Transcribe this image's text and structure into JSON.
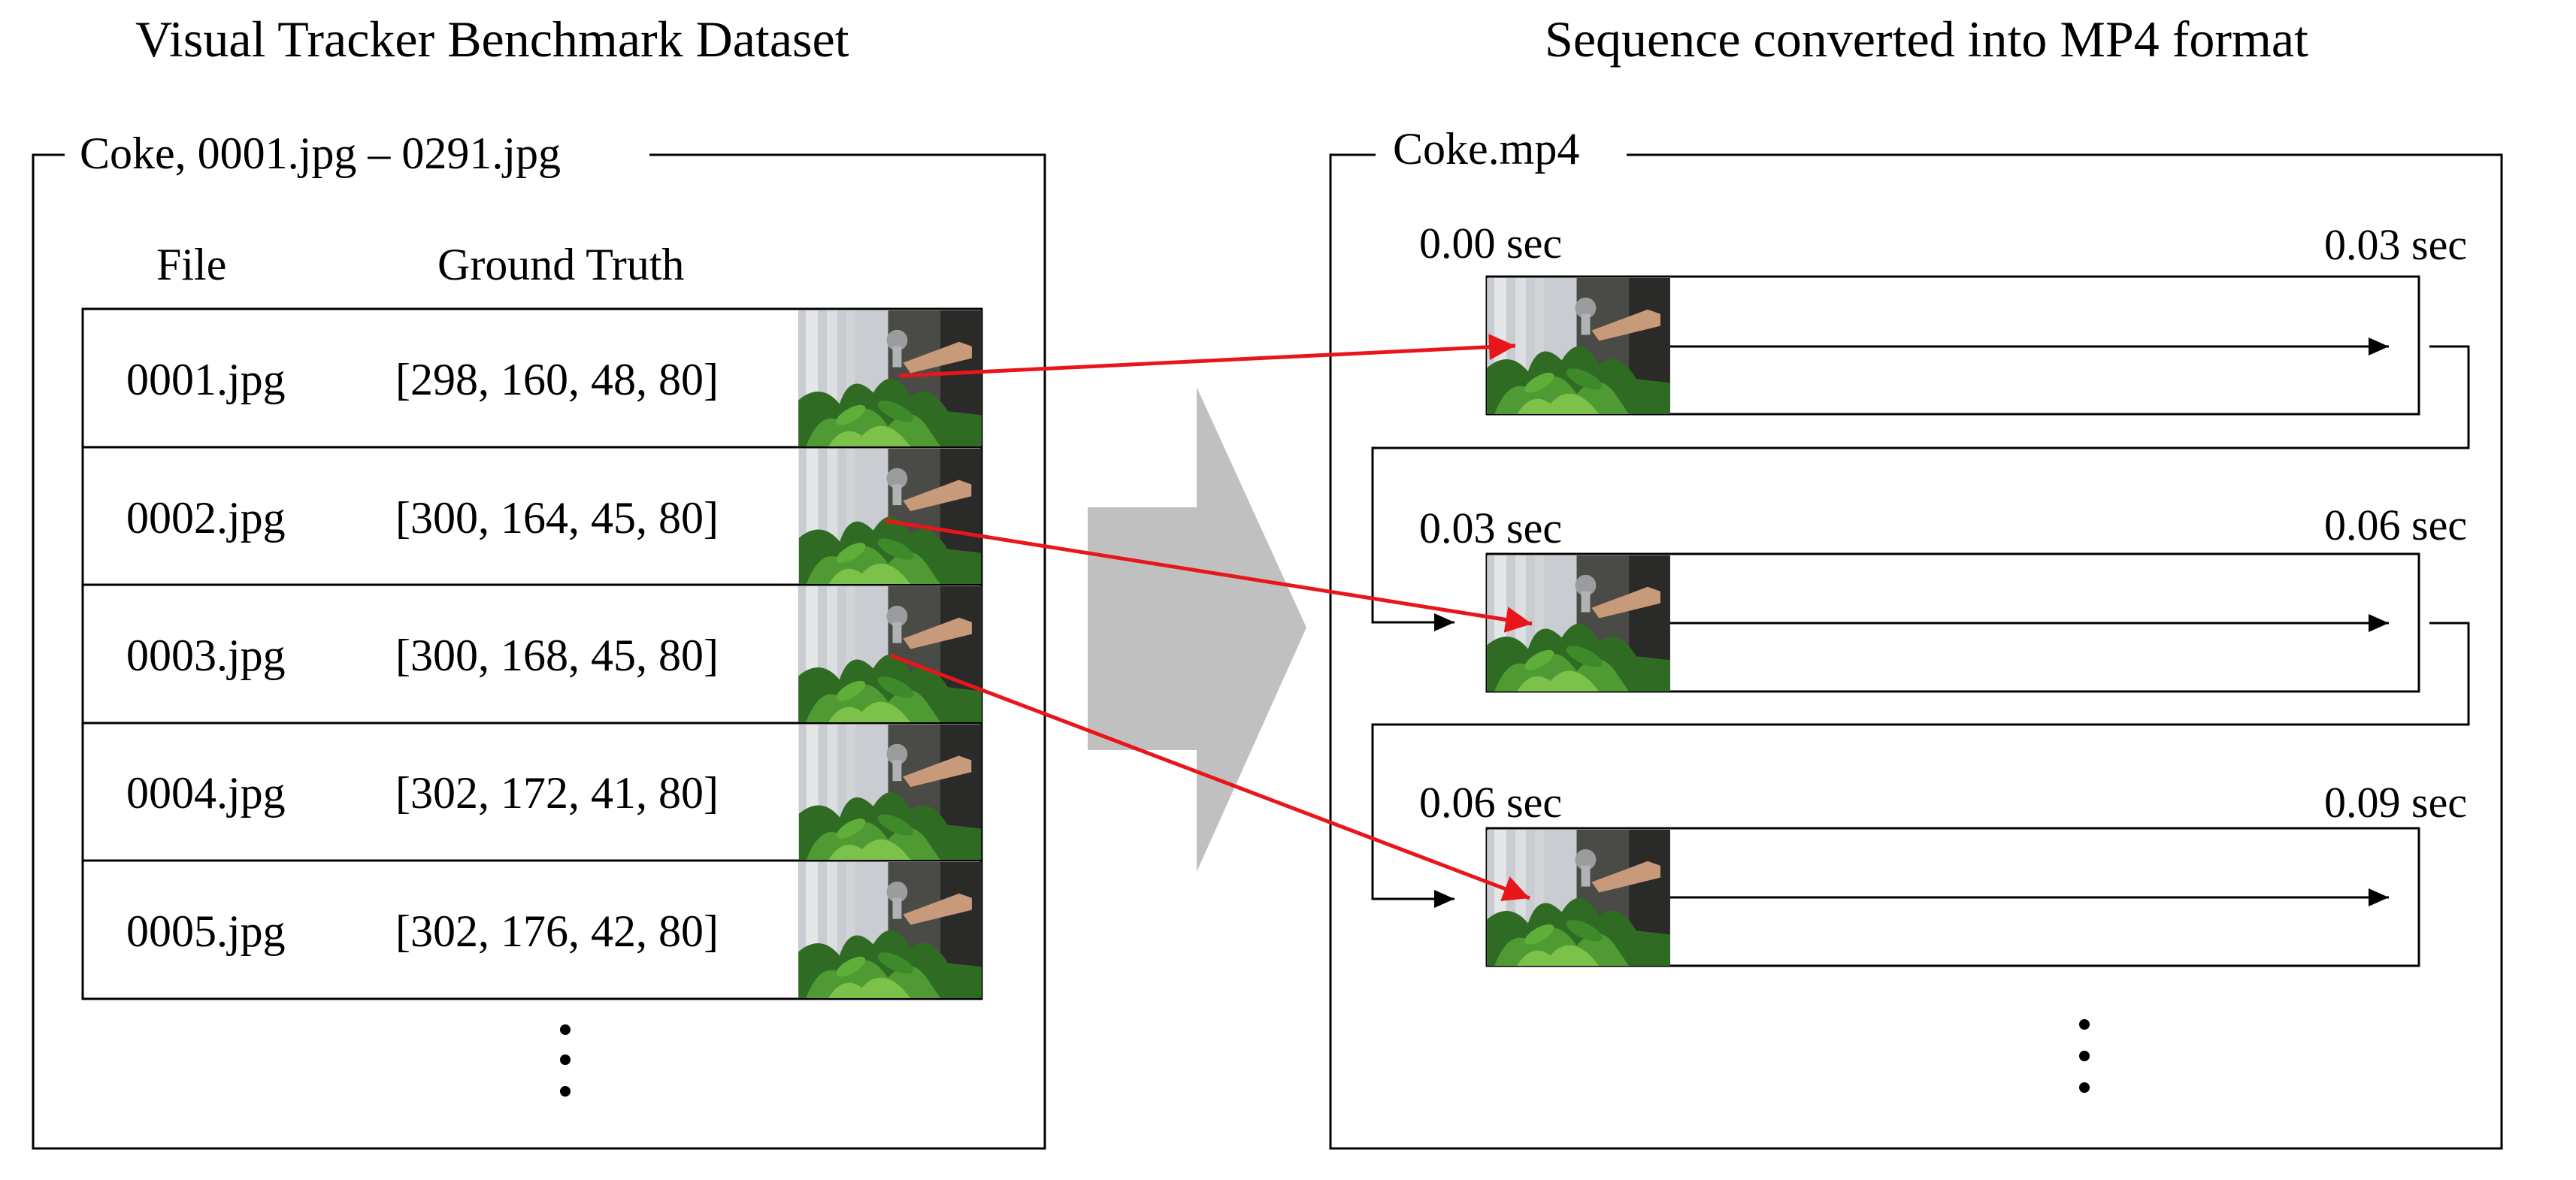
{
  "left_panel": {
    "title": "Visual Tracker Benchmark Dataset",
    "group_label": "Coke, 0001.jpg – 0291.jpg",
    "col_file": "File",
    "col_gt": "Ground Truth",
    "rows": [
      {
        "file": "0001.jpg",
        "gt": "[298, 160, 48, 80]"
      },
      {
        "file": "0002.jpg",
        "gt": "[300, 164, 45, 80]"
      },
      {
        "file": "0003.jpg",
        "gt": "[300, 168, 45, 80]"
      },
      {
        "file": "0004.jpg",
        "gt": "[302, 172, 41, 80]"
      },
      {
        "file": "0005.jpg",
        "gt": "[302, 176, 42, 80]"
      }
    ]
  },
  "right_panel": {
    "title": "Sequence converted into MP4 format",
    "group_label": "Coke.mp4",
    "frames": [
      {
        "start": "0.00 sec",
        "end": "0.03 sec"
      },
      {
        "start": "0.03 sec",
        "end": "0.06 sec"
      },
      {
        "start": "0.06 sec",
        "end": "0.09 sec"
      }
    ]
  },
  "colors": {
    "mapping_arrow": "#e8161b",
    "big_arrow": "#c0c0c0",
    "line": "#000000"
  },
  "icons": {
    "frame_thumbnail": "coke-plant-photo-icon"
  }
}
